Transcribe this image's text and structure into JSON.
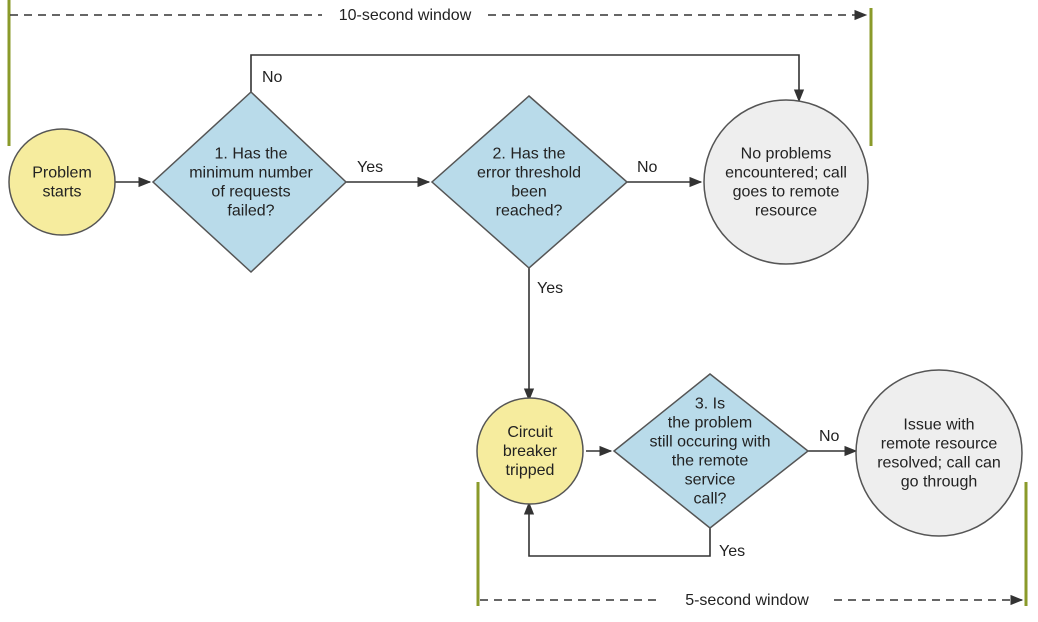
{
  "windows": {
    "top": "10-second window",
    "bottom": "5-second window"
  },
  "nodes": {
    "problem_starts": {
      "lines": [
        "Problem",
        "starts"
      ],
      "color": "#f6ec9e"
    },
    "decision_1": {
      "lines": [
        "1. Has the",
        "minimum number",
        "of requests",
        "failed?"
      ],
      "color": "#b9dbea"
    },
    "decision_2": {
      "lines": [
        "2. Has the",
        "error threshold",
        "been",
        "reached?"
      ],
      "color": "#b9dbea"
    },
    "no_problems": {
      "lines": [
        "No problems",
        "encountered; call",
        "goes to remote",
        "resource"
      ],
      "color": "#eeeeee"
    },
    "circuit_breaker": {
      "lines": [
        "Circuit",
        "breaker",
        "tripped"
      ],
      "color": "#f6ec9e"
    },
    "decision_3": {
      "lines": [
        "3. Is",
        "the problem",
        "still occuring with",
        "the remote",
        "service",
        "call?"
      ],
      "color": "#b9dbea"
    },
    "issue_resolved": {
      "lines": [
        "Issue with",
        "remote resource",
        "resolved; call can",
        "go through"
      ],
      "color": "#eeeeee"
    }
  },
  "edge_labels": {
    "d1_no": "No",
    "d1_yes": "Yes",
    "d2_no": "No",
    "d2_yes": "Yes",
    "d3_no": "No",
    "d3_yes": "Yes"
  },
  "colors": {
    "line": "#333333",
    "window_bar": "#8a9a2a",
    "node_stroke": "#555555"
  }
}
